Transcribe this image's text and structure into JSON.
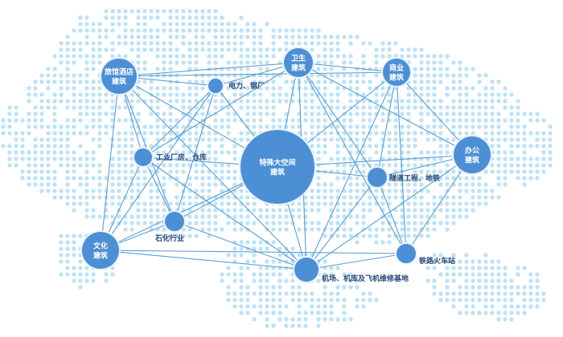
{
  "colors": {
    "dot": "#bfe2f3",
    "edge": "#5b9ed1",
    "node": "#4d8fd4",
    "node_stroke": "#e8f3fc",
    "label_inside": "#ffffff",
    "label_outside": "#2a4a7a"
  },
  "nodes": [
    {
      "id": "hotel",
      "label_lines": [
        "旅馆酒店",
        "建筑"
      ],
      "label_position": "inside"
    },
    {
      "id": "power",
      "label_lines": [
        "电力、钢厂"
      ],
      "label_position": "outside"
    },
    {
      "id": "health",
      "label_lines": [
        "卫生",
        "建筑"
      ],
      "label_position": "inside"
    },
    {
      "id": "commerce",
      "label_lines": [
        "商业",
        "建筑"
      ],
      "label_position": "inside"
    },
    {
      "id": "office",
      "label_lines": [
        "办公",
        "建筑"
      ],
      "label_position": "inside"
    },
    {
      "id": "factory",
      "label_lines": [
        "工业厂房、仓库"
      ],
      "label_position": "outside"
    },
    {
      "id": "special",
      "label_lines": [
        "特殊大空间",
        "建筑"
      ],
      "label_position": "inside"
    },
    {
      "id": "tunnel",
      "label_lines": [
        "隧道工程、地铁"
      ],
      "label_position": "outside"
    },
    {
      "id": "petro",
      "label_lines": [
        "石化行业"
      ],
      "label_position": "outside"
    },
    {
      "id": "culture",
      "label_lines": [
        "文化",
        "建筑"
      ],
      "label_position": "inside"
    },
    {
      "id": "airport",
      "label_lines": [
        "机场、机库及飞机维修基地"
      ],
      "label_position": "outside"
    },
    {
      "id": "rail",
      "label_lines": [
        "铁路火车站"
      ],
      "label_position": "outside"
    }
  ],
  "edges": [
    [
      "hotel",
      "power"
    ],
    [
      "hotel",
      "health"
    ],
    [
      "hotel",
      "commerce"
    ],
    [
      "hotel",
      "special"
    ],
    [
      "hotel",
      "factory"
    ],
    [
      "hotel",
      "petro"
    ],
    [
      "hotel",
      "culture"
    ],
    [
      "hotel",
      "airport"
    ],
    [
      "power",
      "health"
    ],
    [
      "power",
      "special"
    ],
    [
      "power",
      "factory"
    ],
    [
      "power",
      "petro"
    ],
    [
      "power",
      "culture"
    ],
    [
      "health",
      "commerce"
    ],
    [
      "health",
      "special"
    ],
    [
      "health",
      "tunnel"
    ],
    [
      "health",
      "office"
    ],
    [
      "health",
      "factory"
    ],
    [
      "health",
      "airport"
    ],
    [
      "health",
      "rail"
    ],
    [
      "commerce",
      "special"
    ],
    [
      "commerce",
      "tunnel"
    ],
    [
      "commerce",
      "office"
    ],
    [
      "commerce",
      "airport"
    ],
    [
      "commerce",
      "rail"
    ],
    [
      "office",
      "special"
    ],
    [
      "office",
      "tunnel"
    ],
    [
      "office",
      "airport"
    ],
    [
      "office",
      "rail"
    ],
    [
      "special",
      "tunnel"
    ],
    [
      "special",
      "airport"
    ],
    [
      "special",
      "factory"
    ],
    [
      "special",
      "petro"
    ],
    [
      "special",
      "culture"
    ],
    [
      "tunnel",
      "airport"
    ],
    [
      "tunnel",
      "rail"
    ],
    [
      "factory",
      "petro"
    ],
    [
      "factory",
      "culture"
    ],
    [
      "factory",
      "airport"
    ],
    [
      "petro",
      "airport"
    ],
    [
      "petro",
      "culture"
    ],
    [
      "culture",
      "airport"
    ],
    [
      "culture",
      "rail"
    ],
    [
      "airport",
      "rail"
    ]
  ]
}
